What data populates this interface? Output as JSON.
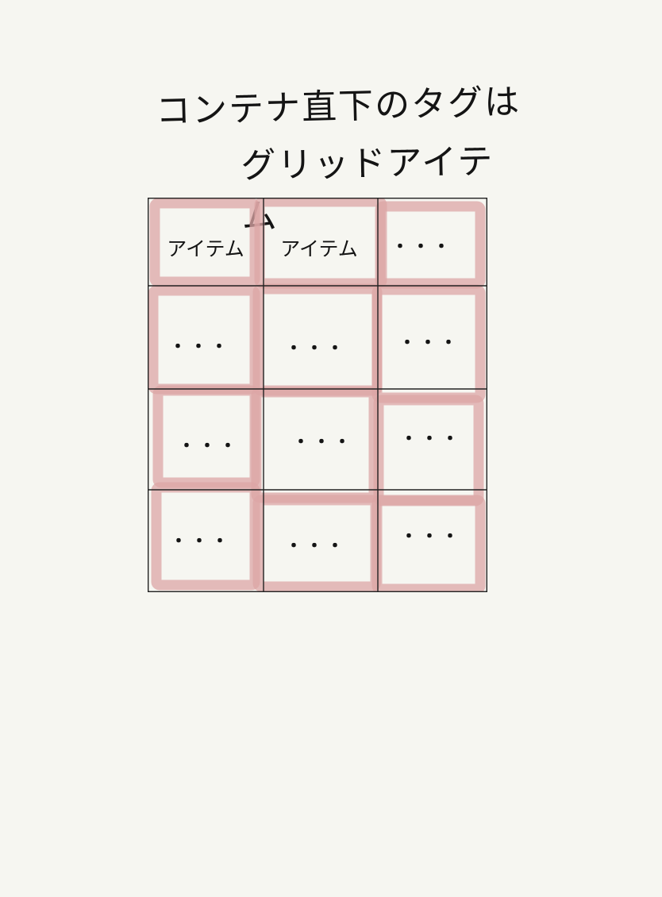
{
  "title": {
    "line1": "コンテナ直下のタグは",
    "line2": "グリッドアイテム"
  },
  "grid": {
    "cells": [
      [
        "アイテム",
        "アイテム",
        "・・・"
      ],
      [
        "・・・",
        "・・・",
        "・・・"
      ],
      [
        "・・・",
        "・・・",
        "・・・"
      ],
      [
        "・・・",
        "・・・",
        "・・・"
      ]
    ]
  },
  "colors": {
    "background": "#f6f6f1",
    "grid_line": "#222222",
    "item_highlight": "#dca5a6",
    "ink": "#141414"
  }
}
